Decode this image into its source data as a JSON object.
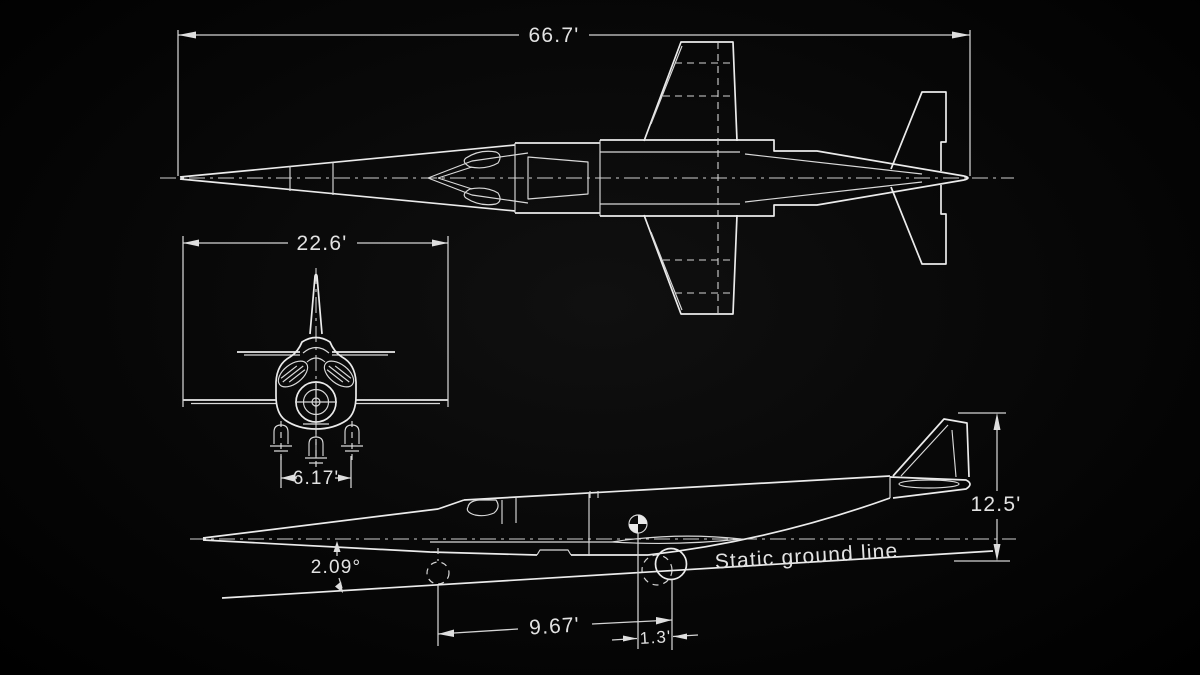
{
  "drawing": {
    "background_color": "#050505",
    "ink_color": "#e8e8e8",
    "labels": {
      "overall_length": "66.7'",
      "wingspan": "22.6'",
      "wheel_track": "6.17'",
      "static_ground_angle": "2.09°",
      "static_ground_line": "Static ground line",
      "nose_gear_to_main_gear": "9.67'",
      "main_gear_to_cg": "1.3'",
      "overall_height": "12.5'"
    }
  }
}
